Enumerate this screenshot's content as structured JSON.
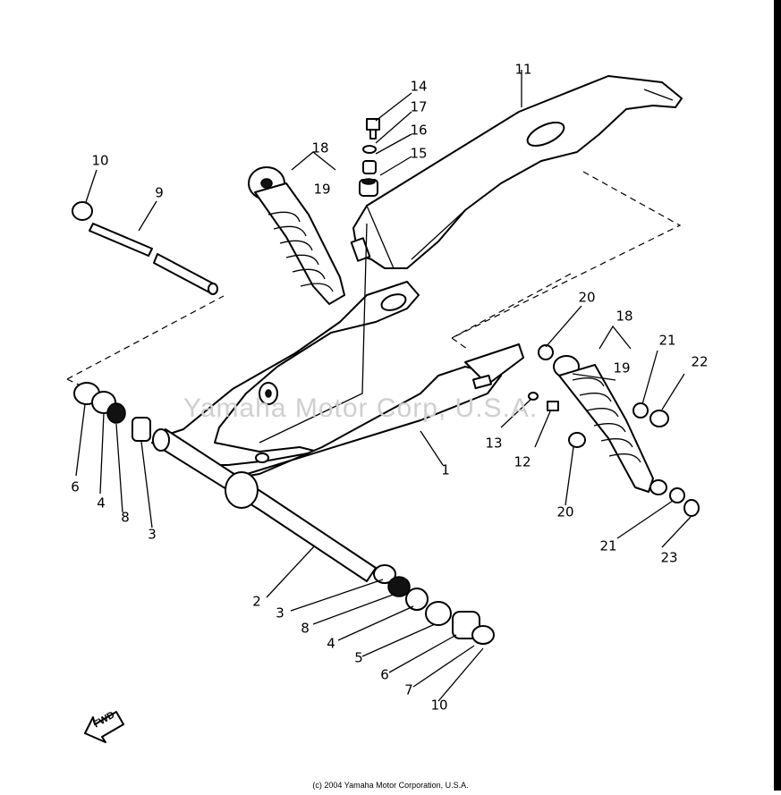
{
  "watermark": "Yamaha Motor Corp, U.S.A.",
  "copyright": "(c) 2004 Yamaha Motor Corporation, U.S.A.",
  "fwd_label": "FWD",
  "callouts": {
    "c14": "14",
    "c17": "17",
    "c16": "16",
    "c15": "15",
    "c11": "11",
    "c18a": "18",
    "c19a": "19",
    "c10a": "10",
    "c9": "9",
    "c20a": "20",
    "c18b": "18",
    "c19b": "19",
    "c21a": "21",
    "c22": "22",
    "c6a": "6",
    "c4a": "4",
    "c8a": "8",
    "c3a": "3",
    "c13": "13",
    "c12": "12",
    "c1": "1",
    "c20b": "20",
    "c21b": "21",
    "c23": "23",
    "c2": "2",
    "c3b": "3",
    "c8b": "8",
    "c4b": "4",
    "c5": "5",
    "c6b": "6",
    "c7": "7",
    "c10b": "10"
  }
}
